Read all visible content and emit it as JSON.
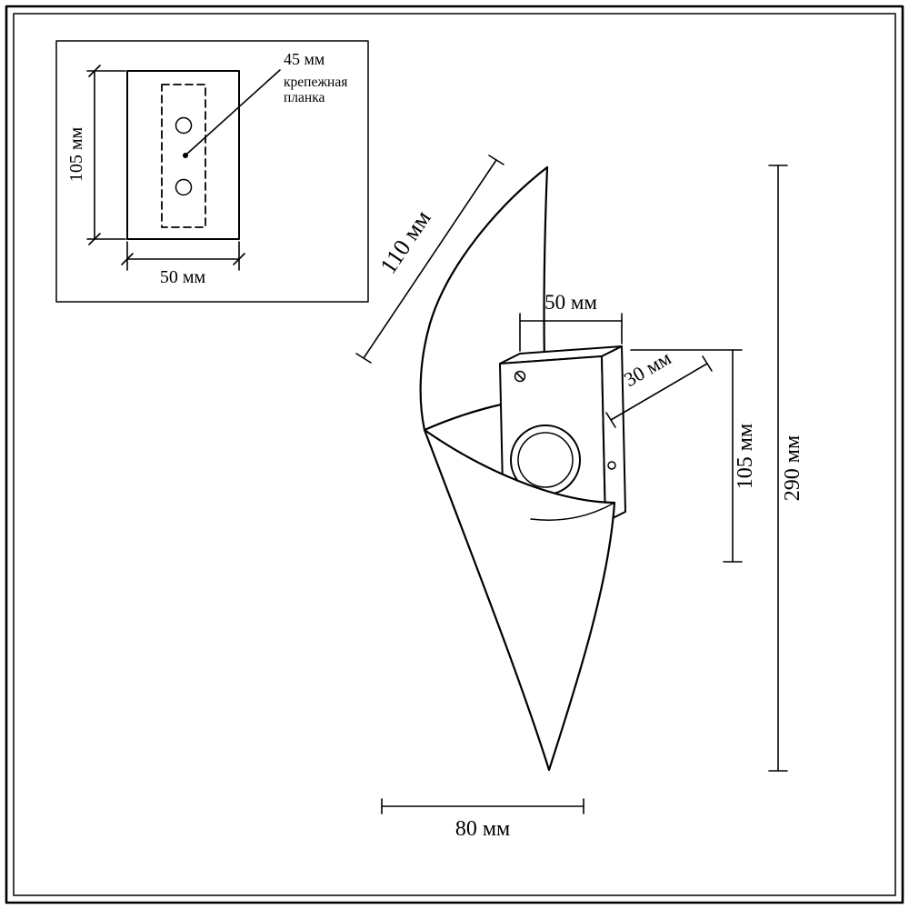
{
  "inset": {
    "plate_height": "105 мм",
    "plate_width": "50 мм",
    "hole_pitch": "45 мм",
    "plate_caption_line1": "крепежная",
    "plate_caption_line2": "планка"
  },
  "dimensions": {
    "curve_length": "110 мм",
    "housing_width": "50 мм",
    "housing_depth": "30 мм",
    "bracket_height": "105 мм",
    "overall_height": "290 мм",
    "overall_width": "80 мм"
  },
  "colors": {
    "line": "#000000",
    "background": "#ffffff"
  }
}
